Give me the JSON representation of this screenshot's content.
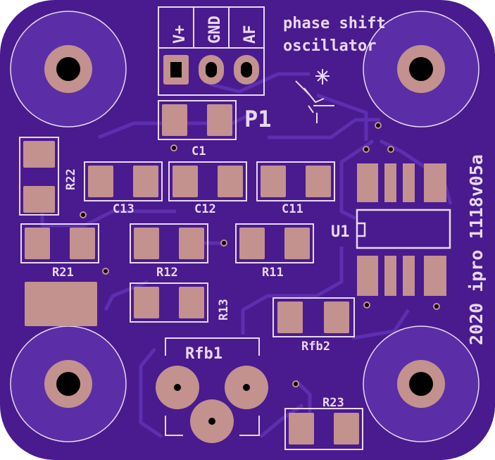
{
  "board": {
    "title_line1": "phase shift",
    "title_line2": "oscillator",
    "revision": "2020 ipro 1118v05a"
  },
  "connector": {
    "name": "P1",
    "pins": [
      "V+",
      "GND",
      "AF"
    ]
  },
  "labels": {
    "c1": "C1",
    "r22": "R22",
    "c13": "C13",
    "c12": "C12",
    "c11": "C11",
    "u1": "U1",
    "r21": "R21",
    "r12": "R12",
    "r11": "R11",
    "r13": "R13",
    "rfb2": "Rfb2",
    "rfb1": "Rfb1",
    "r23": "R23"
  },
  "colors": {
    "board": "#4a1a8f",
    "copper": "#5b2ea7",
    "silkscreen": "#e9d8ef",
    "pad": "#c3918e",
    "hole": "#000000"
  }
}
